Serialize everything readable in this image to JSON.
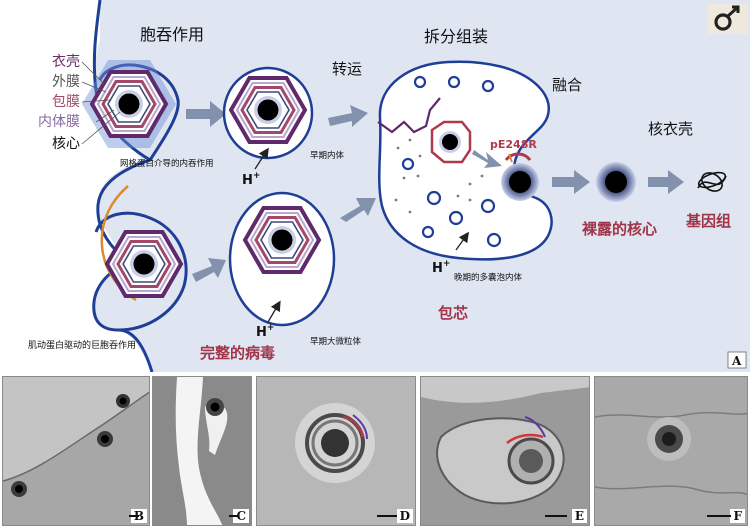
{
  "panelA": {
    "steps": {
      "phagocytosis": "胞吞作用",
      "transport": "转运",
      "disassembly": "拆分组装",
      "fusion": "融合",
      "uncoating": "核衣壳"
    },
    "layers": {
      "capsid": "衣壳",
      "outer_membrane": "外膜",
      "envelope": "包膜",
      "inner_membrane": "内体膜",
      "core": "核心"
    },
    "labels": {
      "clathrin": "网格蛋白介导的内吞作用",
      "early_endosome": "早期内体",
      "proton1": "H",
      "proton2": "H",
      "proton3": "H",
      "proton_sup": "+",
      "protein": "pE248R",
      "naked_core": "裸露的核心",
      "genome": "基因组",
      "late_mvb": "晚期的多囊泡内体",
      "actin": "肌动蛋白驱动的巨胞吞作用",
      "intact_virus": "完整的病毒",
      "macropinosome": "早期大微粒体",
      "uncoating_core": "包芯",
      "panel": "A"
    },
    "colors": {
      "cell_bg": "#dfe6f2",
      "membrane": "#1e3f95",
      "capsid": "#5e2a6b",
      "envelope": "#a24868",
      "inner": "#8a6aa0",
      "accent_red": "#b03a4c",
      "arrow": "#8292ad"
    }
  },
  "micrographs": [
    {
      "label": "B"
    },
    {
      "label": "C"
    },
    {
      "label": "D"
    },
    {
      "label": "E"
    },
    {
      "label": "F"
    }
  ]
}
